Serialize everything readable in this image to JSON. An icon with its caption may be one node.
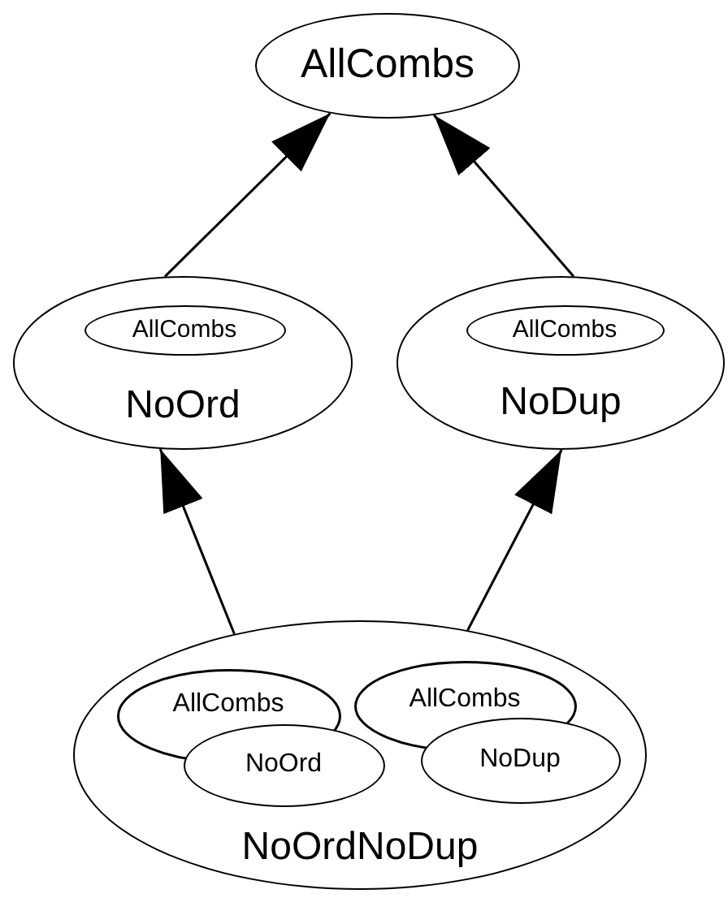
{
  "diagram": {
    "nodes": [
      {
        "text": [
          "AllCombs"
        ]
      },
      {
        "text": [
          "NoOrd"
        ]
      },
      {
        "text": [
          "AllCombs"
        ],
        "in": 1
      },
      {
        "text": [
          "NoDup"
        ]
      },
      {
        "text": [
          "AllCombs"
        ],
        "in": 3
      },
      {
        "text": [
          "NoOrdNoDup"
        ]
      },
      {
        "text": [
          "AllCombs"
        ],
        "in": 5
      },
      {
        "text": [
          "NoOrd"
        ],
        "in": 5
      },
      {
        "text": [
          "AllCombs"
        ],
        "in": 5
      },
      {
        "text": [
          "NoDup"
        ],
        "in": 5
      }
    ],
    "edges": [
      {
        "from": 1,
        "to": 0,
        "arrow": "to"
      },
      {
        "from": 3,
        "to": 0,
        "arrow": "to"
      },
      {
        "from": 5,
        "to": 1,
        "arrow": "to"
      },
      {
        "from": 5,
        "to": 3,
        "arrow": "to"
      }
    ]
  }
}
